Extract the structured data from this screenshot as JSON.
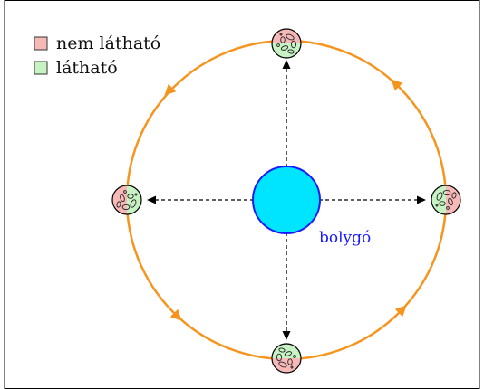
{
  "legend": {
    "hidden": {
      "label": "nem látható",
      "color": "#f7b8b8"
    },
    "visible": {
      "label": "látható",
      "color": "#c7f2c4"
    }
  },
  "planet": {
    "label": "bolygó",
    "fill": "#00e5ff",
    "stroke": "#1a1aff",
    "label_color": "#1a1aff"
  },
  "orbit": {
    "color": "#f7941d",
    "direction": "counterclockwise"
  },
  "moon_positions": [
    "top",
    "left",
    "bottom",
    "right"
  ],
  "colors": {
    "frame": "#000000",
    "arrow": "#000000",
    "moon_outline": "#000000"
  }
}
